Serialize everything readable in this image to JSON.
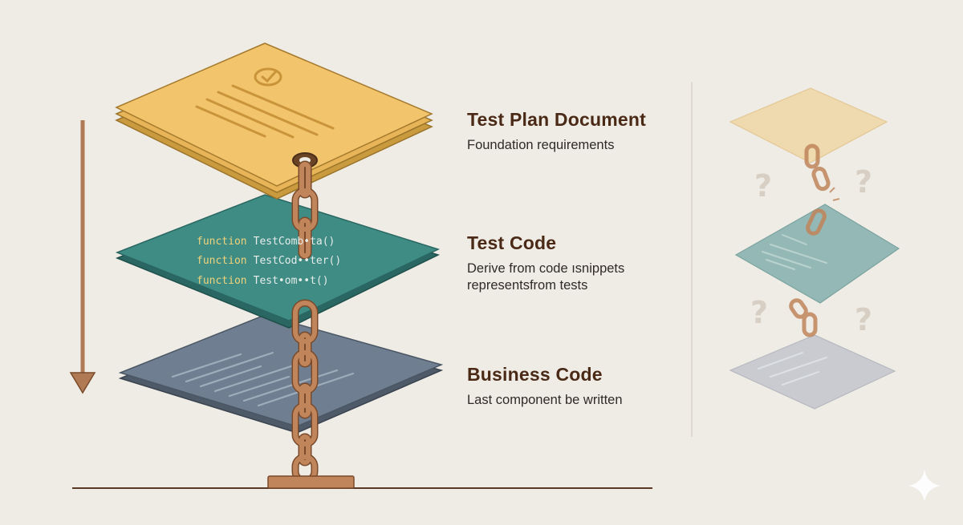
{
  "layers": [
    {
      "id": "test-plan",
      "title": "Test Plan Document",
      "description_lines": [
        "Foundation requirements"
      ],
      "color": "#f2c46b"
    },
    {
      "id": "test-code",
      "title": "Test Code",
      "description_lines": [
        "Derive from code ısnippets",
        "representsfrom tests"
      ],
      "color": "#3f8c85"
    },
    {
      "id": "business-code",
      "title": "Business Code",
      "description_lines": [
        "Last component be written"
      ],
      "color": "#6f7f91"
    }
  ],
  "code_snippet": {
    "keyword": "function",
    "lines": [
      "TestComb•ta()",
      "TestCod••ter()",
      "Test•om••t()"
    ]
  },
  "colors": {
    "background": "#efece6",
    "chain": "#c0855a",
    "chain_outline": "#7a4a2a",
    "arrow": "#b07a55",
    "title_text": "#4a2a16",
    "keyword": "#f0d27a"
  },
  "icons": {
    "doc_badge": "clock-check-icon",
    "question": "question-mark-icon",
    "sparkle": "sparkle-icon"
  }
}
